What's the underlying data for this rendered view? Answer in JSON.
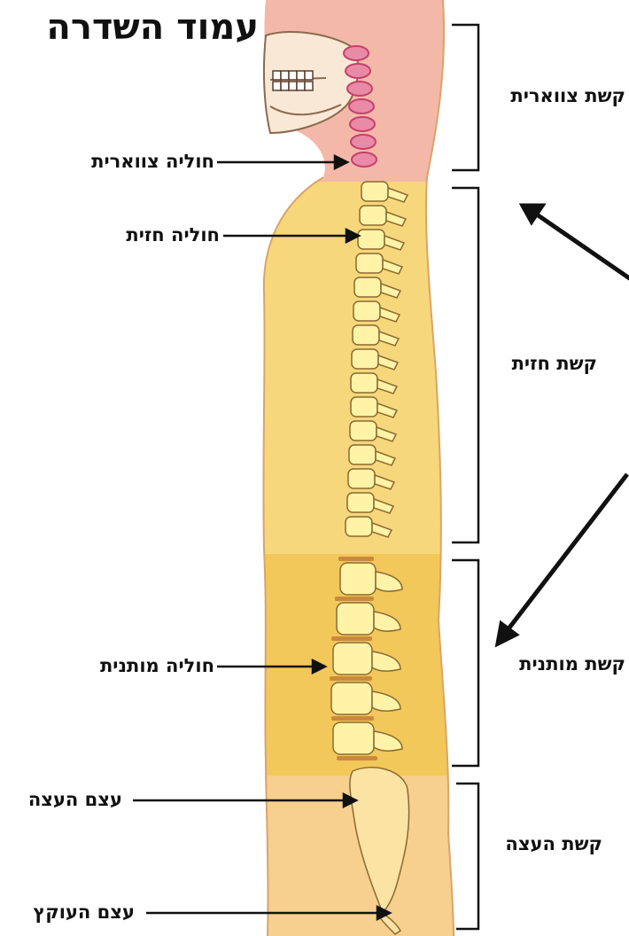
{
  "title": "עמוד השדרה",
  "left_labels": {
    "cervical_vertebra": "חוליה צווארית",
    "thoracic_vertebra": "חוליה חזית",
    "lumbar_vertebra": "חוליה מותנית",
    "sacrum": "עצם העצה",
    "coccyx": "עצם העוקץ"
  },
  "right_labels": {
    "cervical_curve": "קשת צווארית",
    "thoracic_curve": "קשת חזית",
    "lumbar_curve": "קשת מותנית",
    "sacral_curve": "קשת העצה"
  },
  "colors": {
    "neck_region": "#f4b8a8",
    "thoracic_region": "#f7d77b",
    "lumbar_region": "#f3c85a",
    "pelvic_region": "#f7cf8f",
    "vertebra": "#fff3a8",
    "disc": "#c98a3d",
    "cervical_spine": "#c5406b",
    "text": "#111111"
  }
}
